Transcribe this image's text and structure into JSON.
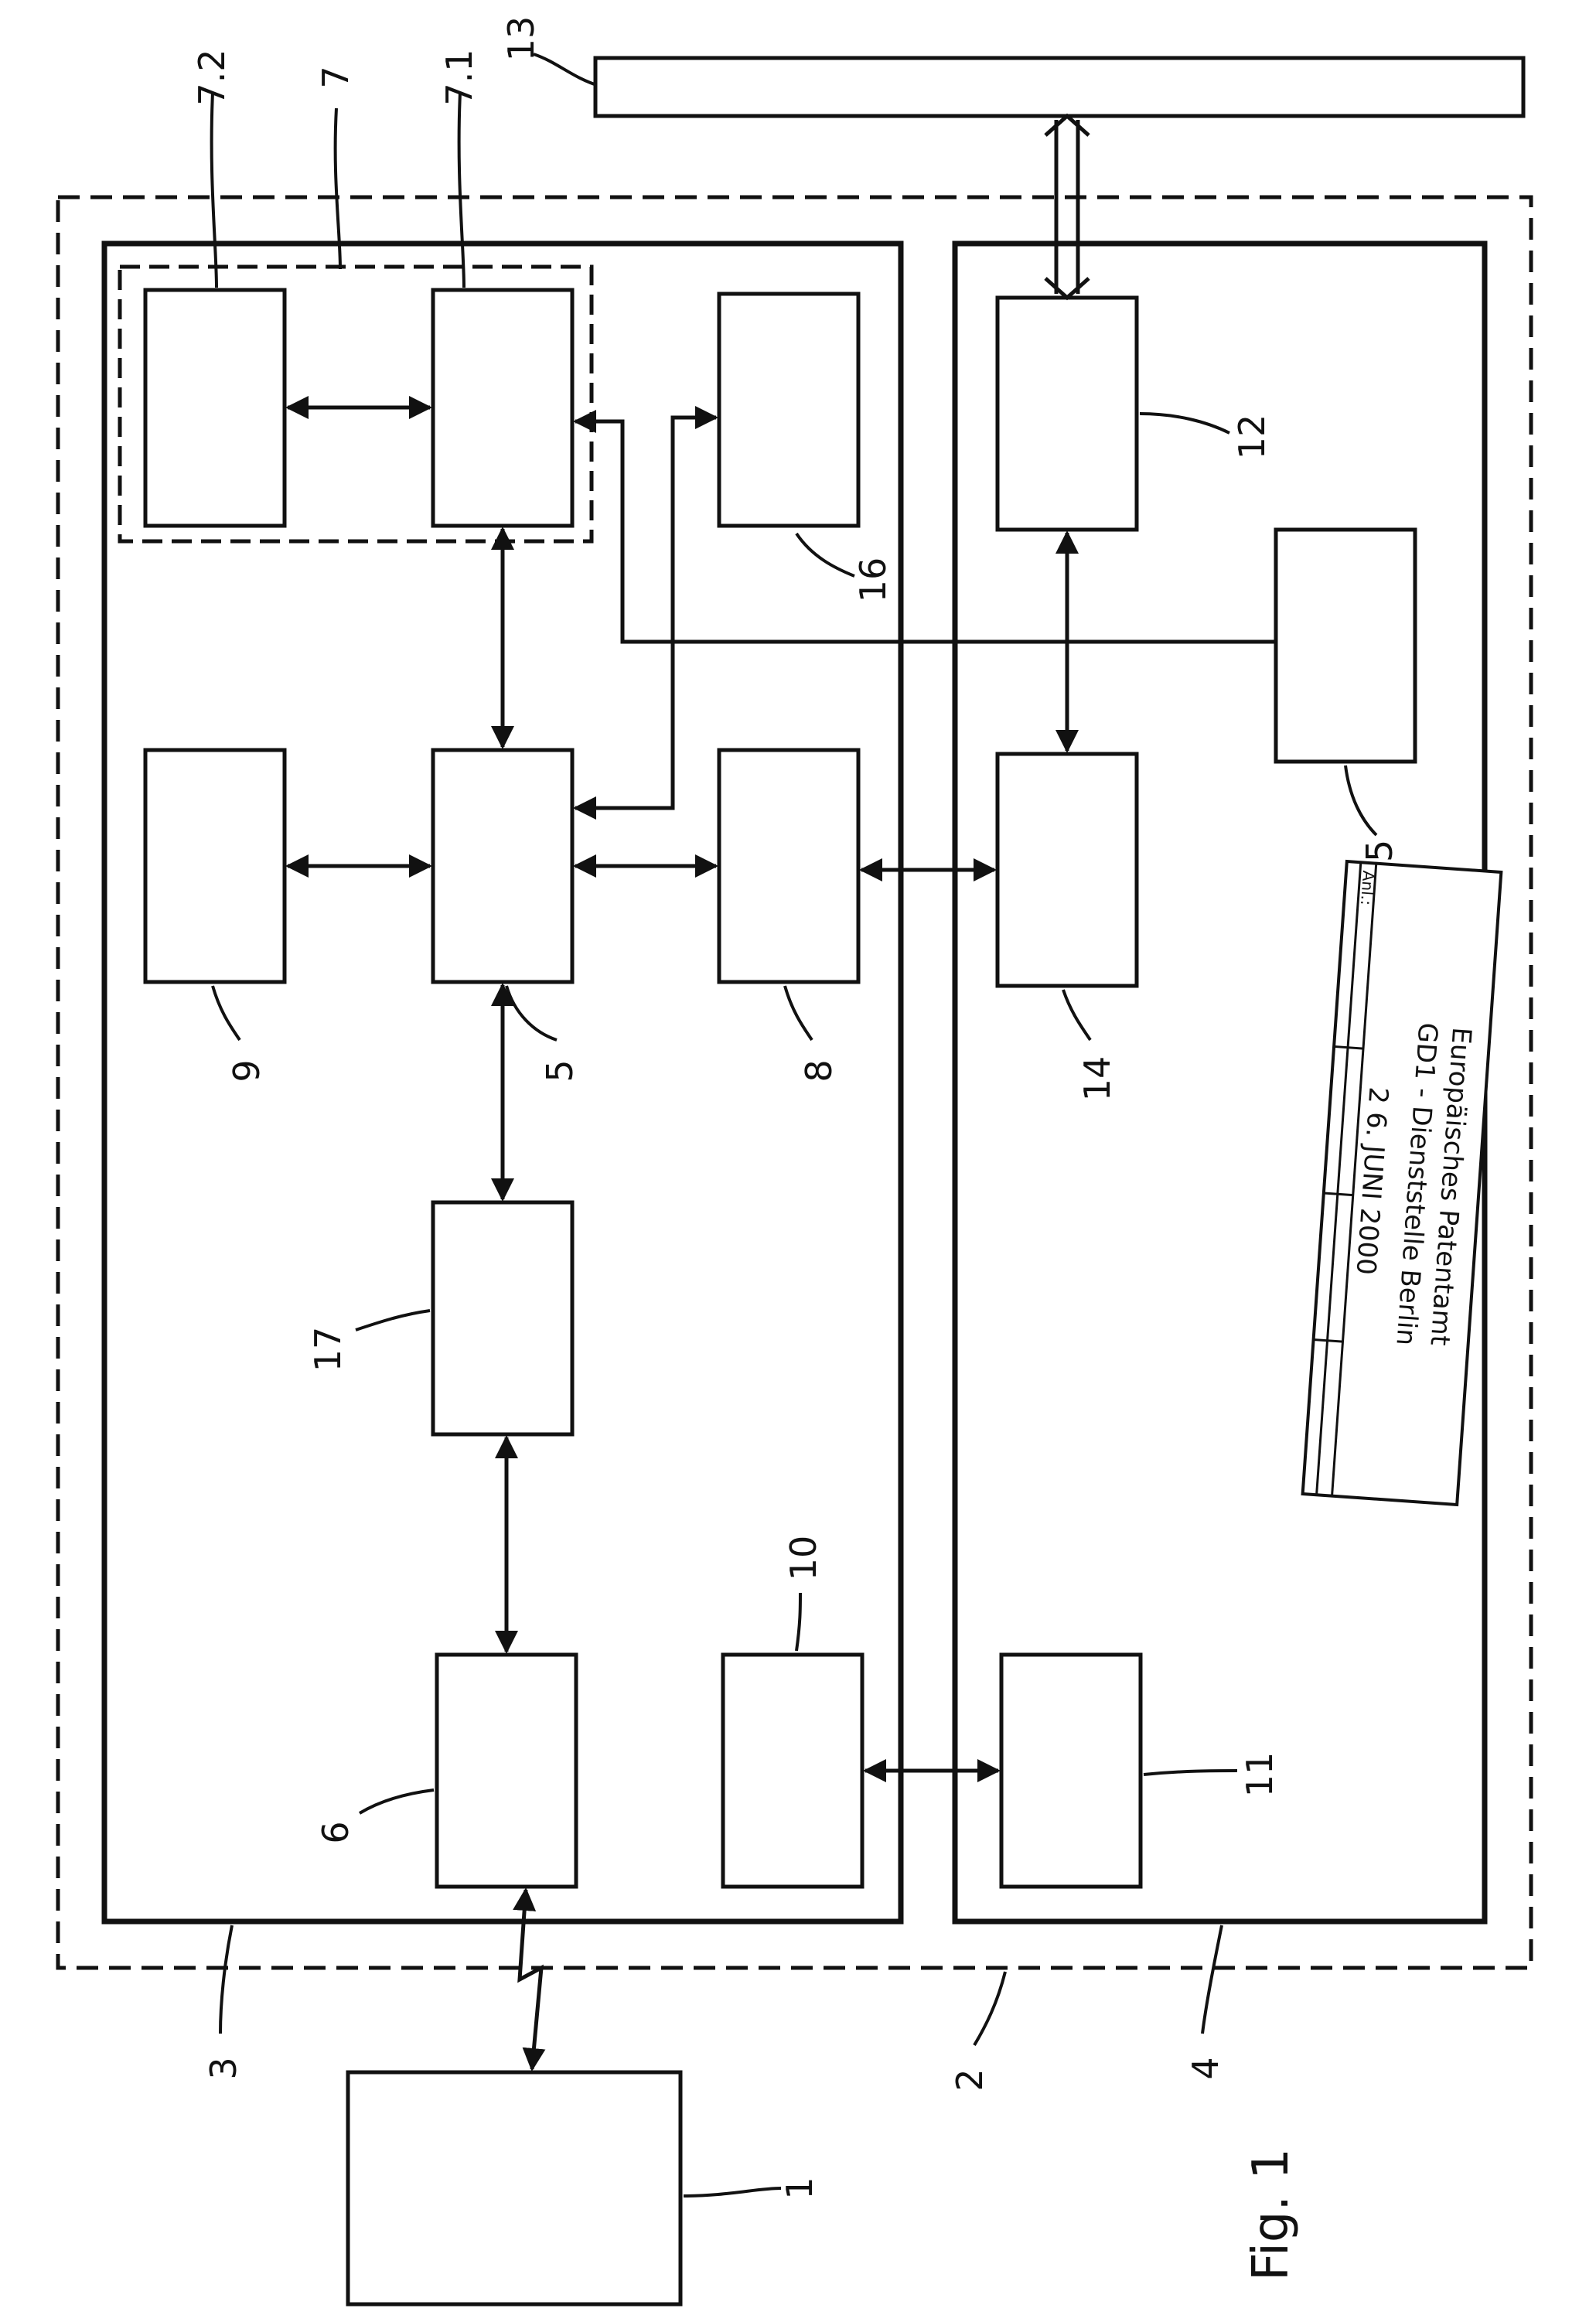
{
  "figure_caption": "Fig. 1",
  "labels": {
    "l1": "1",
    "l2": "2",
    "l3": "3",
    "l4": "4",
    "l5": "5",
    "l6": "6",
    "l7": "7",
    "l71": "7.1",
    "l72": "7.2",
    "l8": "8",
    "l9": "9",
    "l10": "10",
    "l11": "11",
    "l12": "12",
    "l13": "13",
    "l14": "14",
    "l15": "15",
    "l16": "16",
    "l17": "17"
  },
  "stamp": {
    "line1": "Europäisches Patentamt",
    "line2": "GD1 - Dienststelle Berlin",
    "date": "2 6. JUNI 2000",
    "anl": "Anl.:"
  }
}
